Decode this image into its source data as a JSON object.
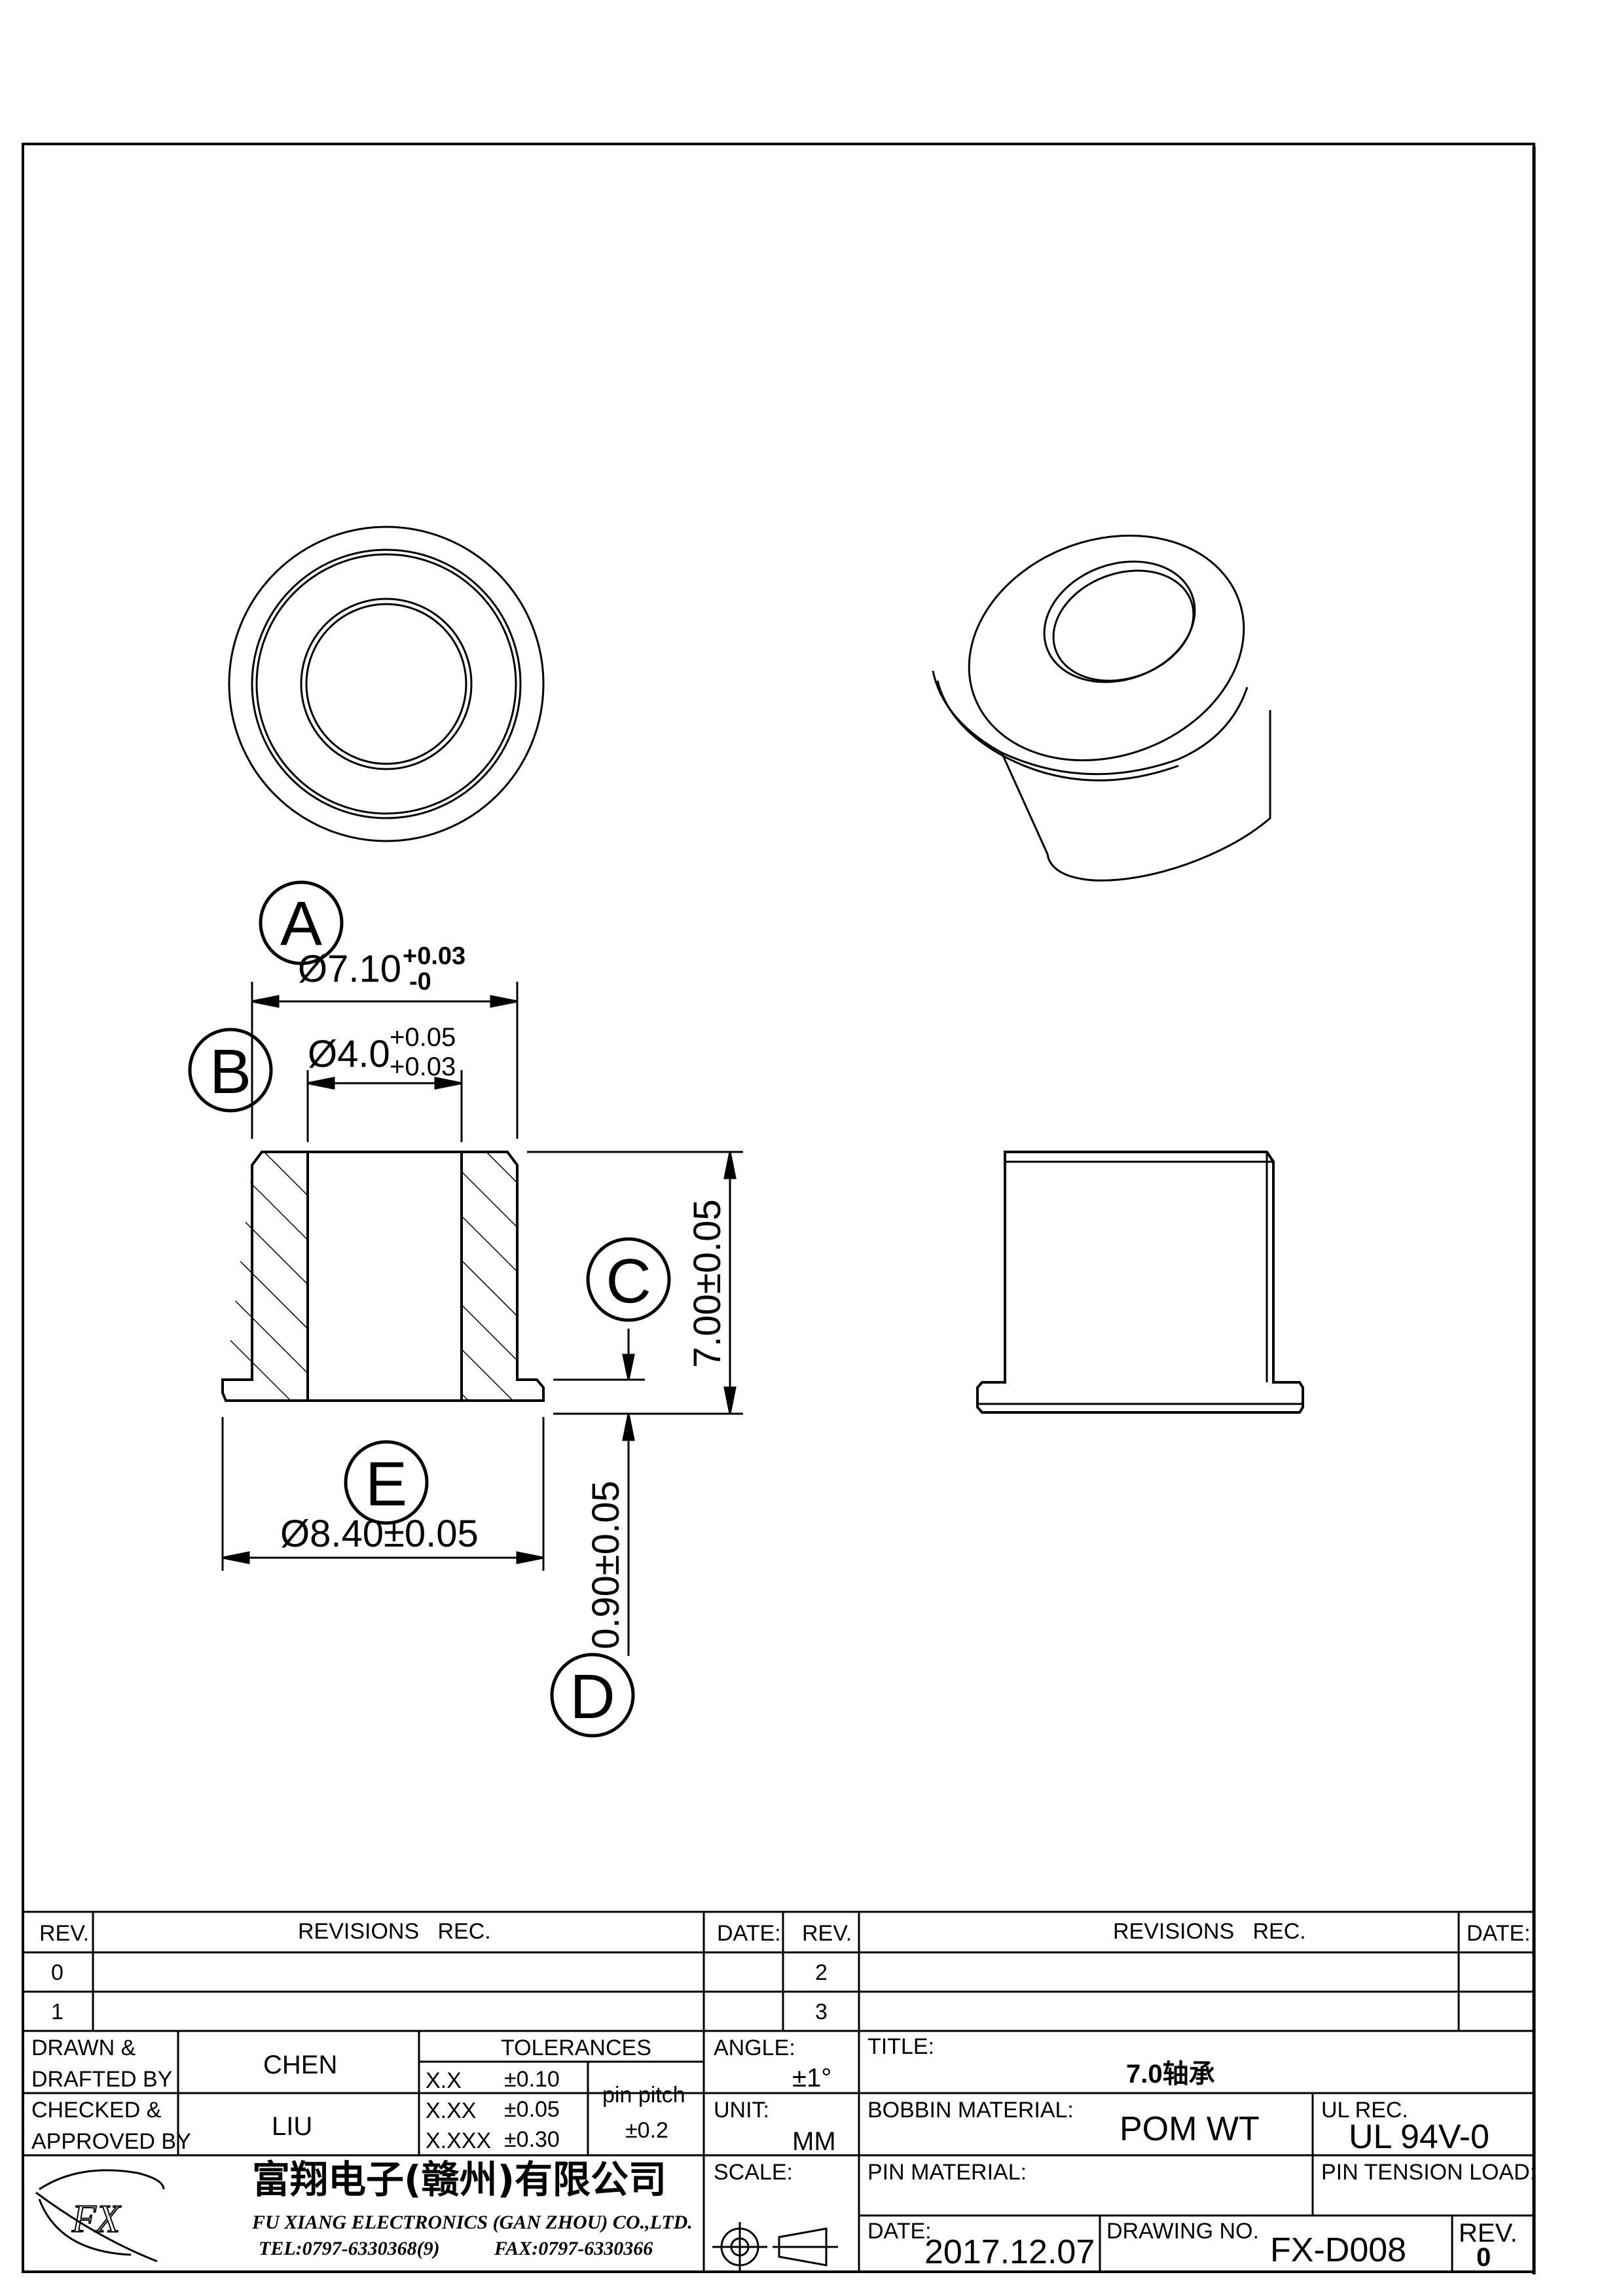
{
  "drawing": {
    "dim_a": {
      "label": "A",
      "text": "Ø7.10",
      "tol_upper": "+0.03",
      "tol_lower": "-0"
    },
    "dim_b": {
      "label": "B",
      "text": "Ø4.0",
      "tol_upper": "+0.05",
      "tol_lower": "+0.03"
    },
    "dim_c": {
      "label": "C",
      "text": "7.00±0.05"
    },
    "dim_d": {
      "label": "D",
      "text": "0.90±0.05"
    },
    "dim_e": {
      "label": "E",
      "text": "Ø8.40±0.05"
    }
  },
  "revisions": {
    "rev_header": "REV.",
    "rec_header": "REVISIONS   REC.",
    "date_header": "DATE:",
    "left_revs": [
      "0",
      "1"
    ],
    "right_revs": [
      "2",
      "3"
    ]
  },
  "title_block": {
    "drawn_label_1": "DRAWN &",
    "drawn_label_2": "DRAFTED BY",
    "drawn_by": "CHEN",
    "checked_label_1": "CHECKED &",
    "checked_label_2": "APPROVED BY",
    "checked_by": "LIU",
    "tolerances_header": "TOLERANCES",
    "tolerances": [
      {
        "format": "X.X",
        "value": "±0.10"
      },
      {
        "format": "X.XX",
        "value": "±0.05"
      },
      {
        "format": "X.XXX",
        "value": "±0.30"
      }
    ],
    "pin_pitch_label": "pin pitch",
    "pin_pitch_value": "±0.2",
    "angle_label": "ANGLE:",
    "angle_value": "±1°",
    "unit_label": "UNIT:",
    "unit_value": "MM",
    "scale_label": "SCALE:",
    "title_label": "TITLE:",
    "title_value": "7.0轴承",
    "bobbin_material_label": "BOBBIN MATERIAL:",
    "bobbin_material_value": "POM WT",
    "ul_rec_label": "UL REC.",
    "ul_rec_value": "UL 94V-0",
    "pin_material_label": "PIN MATERIAL:",
    "pin_tension_label": "PIN TENSION LOAD:",
    "date_label": "DATE:",
    "date_value": "2017.12.07",
    "drawing_no_label": "DRAWING NO.",
    "drawing_no_value": "FX-D008",
    "rev_label": "REV.",
    "rev_value": "0",
    "company_cn": "富翔电子(赣州)有限公司",
    "company_en": "FU XIANG ELECTRONICS (GAN ZHOU) CO.,LTD.",
    "tel": "TEL:0797-6330368(9)",
    "fax": "FAX:0797-6330366",
    "logo_text": "FX"
  }
}
